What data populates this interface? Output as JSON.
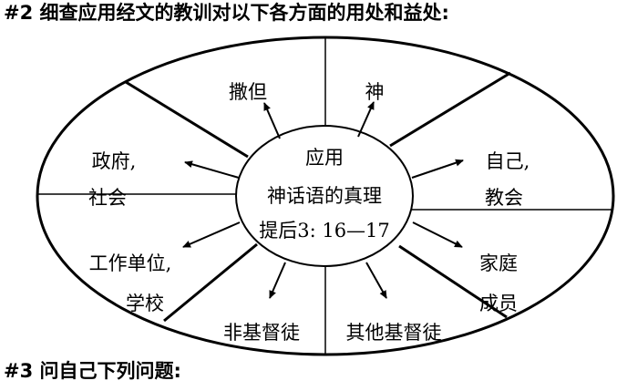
{
  "heading_top": "#2 细查应用经文的教训对以下各方面的用处和益处:",
  "heading_bottom": "#3 问自己下列问题:",
  "center": {
    "line1": "应用",
    "line2": "神话语的真理",
    "line3": "提后3: 16—17"
  },
  "sections": {
    "top_left": "撒但",
    "top_right": "神",
    "left_line1": "政府,",
    "left_line2": "社会",
    "right_line1": "自己,",
    "right_line2": "教会",
    "lower_left_line1": "工作单位,",
    "lower_left_line2": "学校",
    "lower_right_line1": "家庭",
    "lower_right_line2": "成员",
    "bottom_left": "非基督徒",
    "bottom_right": "其他基督徒"
  }
}
